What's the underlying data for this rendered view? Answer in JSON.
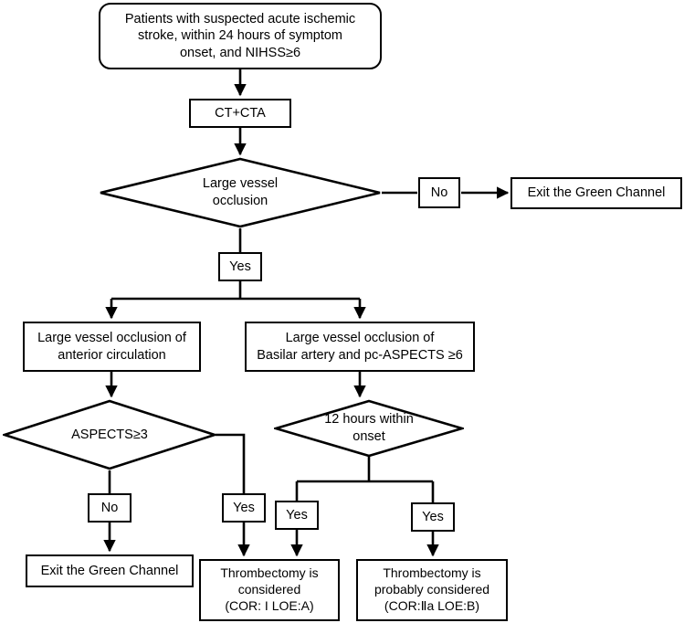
{
  "diagram": {
    "title": "Acute ischemic stroke green channel triage flowchart",
    "stroke_color": "#000000",
    "background_color": "#ffffff"
  },
  "nodes": {
    "start": {
      "label": "Patients with suspected acute ischemic\nstroke, within 24 hours of symptom\nonset, and NIHSS≥6",
      "shape": "rounded-rectangle"
    },
    "imaging": {
      "label": "CT+CTA",
      "shape": "rectangle"
    },
    "lvo_decision": {
      "label": "Large vessel\nocclusion",
      "shape": "diamond"
    },
    "lvo_no": {
      "label": "No",
      "shape": "rectangle"
    },
    "exit_top": {
      "label": "Exit the Green Channel",
      "shape": "rectangle"
    },
    "lvo_yes": {
      "label": "Yes",
      "shape": "rectangle"
    },
    "anterior": {
      "label": "Large vessel occlusion of\nanterior circulation",
      "shape": "rectangle"
    },
    "basilar": {
      "label": "Large vessel occlusion of\nBasilar artery and pc-ASPECTS ≥6",
      "shape": "rectangle"
    },
    "aspects_decision": {
      "label": "ASPECTS≥3",
      "shape": "diamond"
    },
    "hours_decision": {
      "label": "12 hours within\nonset",
      "shape": "diamond"
    },
    "aspects_no": {
      "label": "No",
      "shape": "rectangle"
    },
    "aspects_yes": {
      "label": "Yes",
      "shape": "rectangle"
    },
    "hours_yes_left": {
      "label": "Yes",
      "shape": "rectangle"
    },
    "hours_yes_right": {
      "label": "Yes",
      "shape": "rectangle"
    },
    "exit_bottom": {
      "label": "Exit the Green Channel",
      "shape": "rectangle"
    },
    "thrombectomy_considered": {
      "label": "Thrombectomy is\nconsidered\n(COR: I  LOE:A)",
      "shape": "rectangle"
    },
    "thrombectomy_probable": {
      "label": "Thrombectomy is\nprobably considered\n(COR:Ⅱa LOE:B)",
      "shape": "rectangle"
    }
  }
}
